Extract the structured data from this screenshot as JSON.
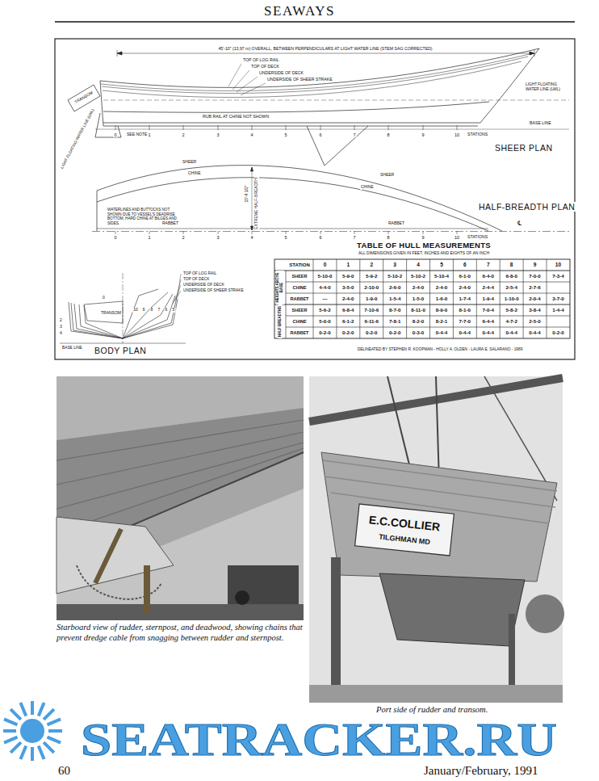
{
  "diagram": {
    "title": "SEAWAYS",
    "labels": [
      "45'-10\" (13,97 m) OVERALL, BETWEEN PERPENDICULARS AT LIGHT WATER LINE (STEM SAG CORRECTED)",
      "TOP OF LOG RAIL",
      "TOP OF DECK",
      "UNDERSIDE OF DECK",
      "UNDERSIDE OF SHEER STRAKE",
      "RUB RAIL AT CHINE NOT SHOWN",
      "TRANSOM",
      "LIGHT FLOATING WATER LINE (LWL)",
      "LIGHT FLOATING WATER LINE (LWL)",
      "BASE LINE",
      "SEE NOTE 9",
      "0",
      "1",
      "2",
      "3",
      "4",
      "5",
      "6",
      "7",
      "8",
      "9",
      "10",
      "STATIONS",
      "SHEER PLAN",
      "SHEER",
      "CHINE",
      "SHEER",
      "CHINE",
      "WATERLINES AND BUTTOCKS NOT SHOWN DUE TO VESSEL'S DEADRISE BOTTOM, HARD CHINE AT BILGES AND SIDES.",
      "15'-9 1/2\"",
      "EXTREME HALF-BREADTH",
      "RABBET",
      "RABBET",
      "0",
      "1",
      "2",
      "3",
      "4",
      "5",
      "6",
      "7",
      "8",
      "9",
      "10",
      "STATIONS",
      "HALF-BREADTH PLAN",
      "℄",
      "TOP OF LOG RAIL",
      "TOP OF DECK",
      "UNDERSIDE OF DECK",
      "UNDERSIDE OF SHEER STRAKE",
      "TRANSOM",
      "2",
      "3",
      "4",
      "0",
      "10",
      "9",
      "8",
      "7",
      "6",
      "5",
      "BASE LINE",
      "BODY PLAN",
      "TABLE OF HULL MEASUREMENTS",
      "ALL DIMENSIONS GIVEN IN FEET, INCHES AND EIGHTS OF AN INCH",
      "STATION",
      "0",
      "1",
      "2",
      "3",
      "4",
      "5",
      "6",
      "7",
      "8",
      "9",
      "10",
      "HEIGHTS ABOVE BASE",
      "SHEER",
      "5-10-0",
      "5-9-0",
      "5-9-2",
      "5-10-2",
      "5-10-2",
      "5-10-4",
      "6-1-0",
      "6-4-0",
      "6-8-0",
      "7-0-0",
      "7-3-4",
      "CHINE",
      "4-4-0",
      "3-5-0",
      "2-10-0",
      "2-6-0",
      "2-4-0",
      "2-4-0",
      "2-4-0",
      "2-4-4",
      "2-5-4",
      "2-7-6",
      "RABBET",
      "—",
      "2-4-0",
      "1-9-0",
      "1-5-4",
      "1-5-0",
      "1-6-0",
      "1-7-4",
      "1-9-4",
      "1-10-0",
      "2-0-4",
      "3-7-0",
      "HALF BREADTHS",
      "SHEER",
      "5-6-2",
      "6-8-4",
      "7-10-6",
      "8-7-0",
      "8-11-0",
      "8-9-0",
      "8-1-0",
      "7-0-4",
      "5-8-2",
      "3-8-4",
      "1-4-4",
      "CHINE",
      "5-0-0",
      "6-1-2",
      "6-11-6",
      "7-8-1",
      "8-2-0",
      "8-2-1",
      "7-7-0",
      "6-4-4",
      "4-7-2",
      "2-5-0",
      "RABBET",
      "0-2-0",
      "0-2-0",
      "0-2-0",
      "0-2-0",
      "0-3-0",
      "0-4-4",
      "0-4-4",
      "0-4-4",
      "0-4-4",
      "0-4-4",
      "0-2-0",
      "DELINEATED BY STEPHEN R. KOOPMAN - HOLLY A. OLDEN - LAURA E. SALARANO - 1989",
      "Starboard view of rudder, sternpost, and deadwood, showing chains that prevent dredge cable from snagging between rudder and sternpost.",
      "E.C.COLLIER",
      "TILGHMAN MD",
      "Port side of rudder and transom.",
      "SEATRACKER.RU",
      "60",
      "January/February, 1991"
    ]
  }
}
